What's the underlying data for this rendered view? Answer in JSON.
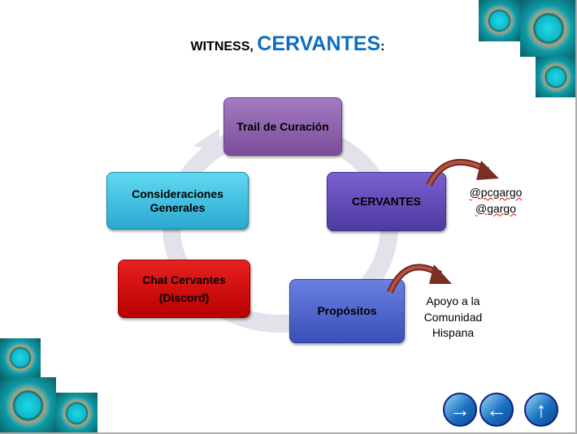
{
  "title": {
    "prefix": "WITNESS, ",
    "name": "CERVANTES",
    "suffix": ":"
  },
  "cycle": [
    {
      "label": "Trail de Curación"
    },
    {
      "label": "CERVANTES"
    },
    {
      "label": "Propósitos"
    },
    {
      "label": "Chat Cervantes (Discord)"
    },
    {
      "label": "Consideraciones Generales"
    }
  ],
  "notes": {
    "users": [
      "@pcgargo",
      "@gargo"
    ],
    "purpose": "Apoyo a la Comunidad Hispana"
  },
  "nav": {
    "next": "→",
    "back": "←",
    "up": "↑"
  }
}
